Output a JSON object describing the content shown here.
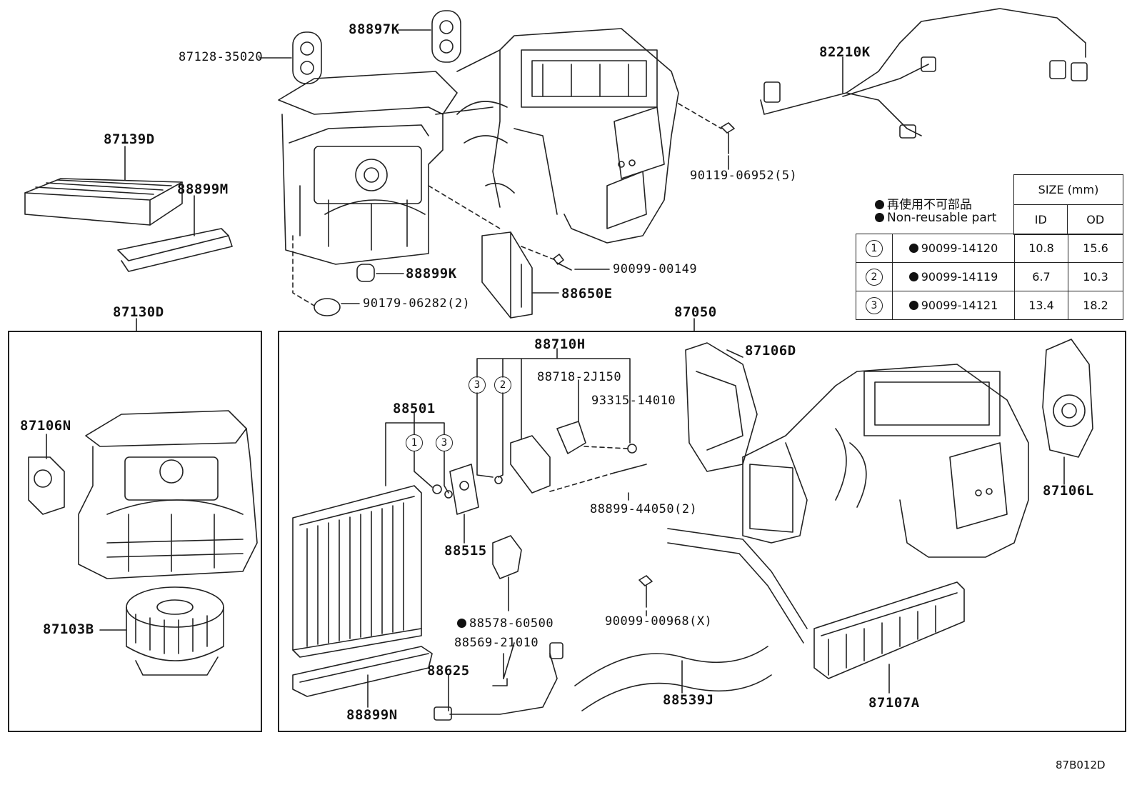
{
  "diagram_code": "87B012D",
  "legend": {
    "non_reusable_jp": "再使用不可部品",
    "non_reusable_en": "Non-reusable part"
  },
  "size_table": {
    "header": "SIZE (mm)",
    "col_id": "ID",
    "col_od": "OD",
    "rows": [
      {
        "mark": "1",
        "part": "90099-14120",
        "id": "10.8",
        "od": "15.6"
      },
      {
        "mark": "2",
        "part": "90099-14119",
        "id": "6.7",
        "od": "10.3"
      },
      {
        "mark": "3",
        "part": "90099-14121",
        "id": "13.4",
        "od": "18.2"
      }
    ]
  },
  "parts": {
    "p88897K": "88897K",
    "p87128": "87128-35020",
    "p82210K": "82210K",
    "p87139D": "87139D",
    "p88899M": "88899M",
    "p90119": "90119-06952(5)",
    "p88899K": "88899K",
    "p90099_00149": "90099-00149",
    "p88650E": "88650E",
    "p90179": "90179-06282(2)",
    "p87130D": "87130D",
    "p87050": "87050",
    "p87106N": "87106N",
    "p87103B": "87103B",
    "p88710H": "88710H",
    "p88718": "88718-2J150",
    "p93315": "93315-14010",
    "p88501": "88501",
    "p87106D": "87106D",
    "p87106L": "87106L",
    "p88899_44050": "88899-44050(2)",
    "p88515": "88515",
    "p88578": "88578-60500",
    "p88569": "88569-21010",
    "p90099_00968": "90099-00968(X)",
    "p88625": "88625",
    "p88899N": "88899N",
    "p88539J": "88539J",
    "p87107A": "87107A"
  },
  "marks": {
    "m1": "1",
    "m2": "2",
    "m3": "3"
  }
}
